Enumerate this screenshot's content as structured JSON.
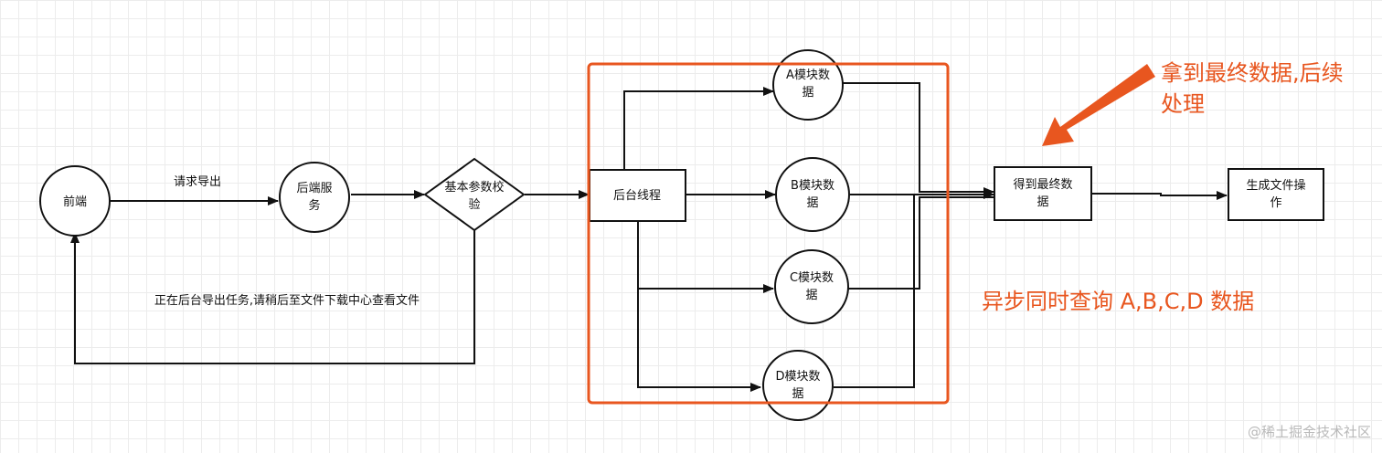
{
  "nodes": {
    "frontend": "前端",
    "backend_service_l1": "后端服",
    "backend_service_l2": "务",
    "param_check_l1": "基本参数校",
    "param_check_l2": "验",
    "bg_thread": "后台线程",
    "module_a_l1": "A模块数",
    "module_a_l2": "据",
    "module_b_l1": "B模块数",
    "module_b_l2": "据",
    "module_c_l1": "C模块数",
    "module_c_l2": "据",
    "module_d_l1": "D模块数",
    "module_d_l2": "据",
    "final_data_l1": "得到最终数",
    "final_data_l2": "据",
    "gen_file_l1": "生成文件操",
    "gen_file_l2": "作"
  },
  "edges": {
    "request_export": "请求导出",
    "exporting_msg": "正在后台导出任务,请稍后至文件下载中心查看文件"
  },
  "annotations": {
    "final_l1": "拿到最终数据,后续",
    "final_l2": "处理",
    "async_query": "异步同时查询 A,B,C,D 数据"
  },
  "watermark": "@稀土掘金技术社区",
  "colors": {
    "accent": "#e8561f",
    "stroke": "#111111",
    "watermark": "#b9b9b9"
  }
}
